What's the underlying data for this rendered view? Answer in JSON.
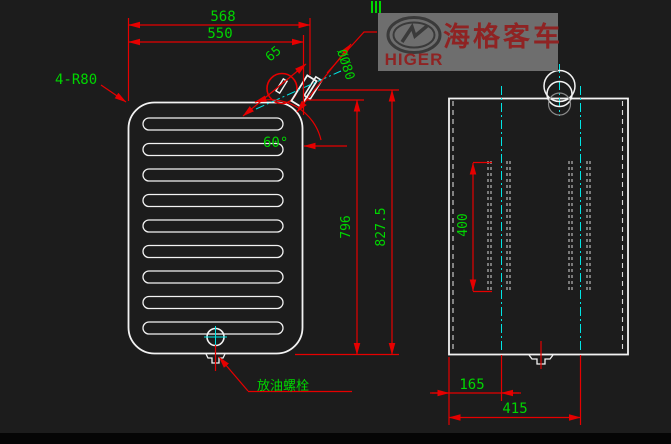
{
  "colors": {
    "background": "#1c1c1c",
    "line_white": "#f2f2f2",
    "dim_red": "#e60000",
    "text_green": "#00d600",
    "centerline_cyan": "#00e5e5",
    "logo_panel_gray": "#6e6e6e",
    "logo_red": "#8f2323",
    "logo_dark": "#3a3a3a"
  },
  "logo": {
    "brand_en": "HIGER",
    "brand_cn": "海格客车"
  },
  "front_view": {
    "dim_width_outer": "568",
    "dim_width_body": "550",
    "dim_corner_radius": "4-R80",
    "dim_spout_offset": "65",
    "dim_spout_diameter": "ØØ80",
    "dim_spout_angle": "60°",
    "dim_height_body": "796",
    "dim_height_overall": "827.5",
    "drain_label": "放油螺栓",
    "louver_slot_count": 9
  },
  "side_view": {
    "dim_slot_length": "400",
    "dim_drain_offset": "165",
    "dim_depth": "415"
  }
}
